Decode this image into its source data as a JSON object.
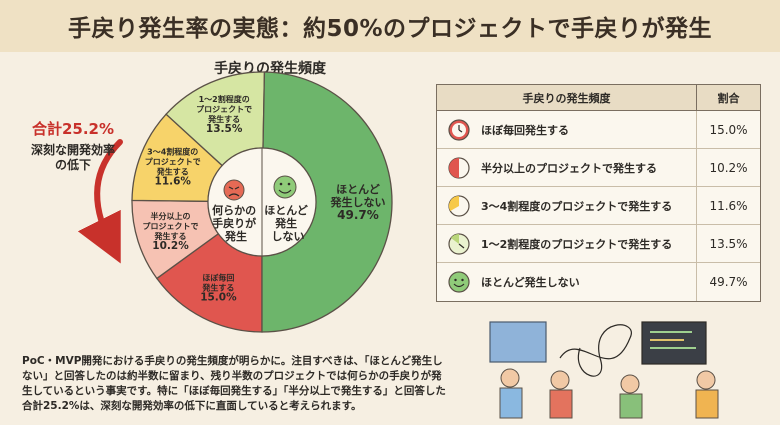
{
  "title": "手戻り発生率の実態：約50%のプロジェクトで手戻りが発生",
  "chart_data": {
    "type": "pie",
    "title": "手戻りの発生頻度",
    "slices": [
      {
        "key": "most",
        "label": "ほぼ毎回発生する",
        "chart_label": [
          "ほぼ毎回",
          "発生する"
        ],
        "value": 15.0,
        "color": "#e0564f"
      },
      {
        "key": "half",
        "label": "半分以上のプロジェクトで発生する",
        "chart_label": [
          "半分以上の",
          "プロジェクトで",
          "発生する"
        ],
        "value": 10.2,
        "color": "#f6c2b3"
      },
      {
        "key": "three",
        "label": "3〜4割程度のプロジェクトで発生する",
        "chart_label": [
          "3〜4割程度の",
          "プロジェクトで",
          "発生する"
        ],
        "value": 11.6,
        "color": "#f7d36a"
      },
      {
        "key": "one",
        "label": "1〜2割程度のプロジェクトで発生する",
        "chart_label": [
          "1〜2割程度の",
          "プロジェクトで",
          "発生する"
        ],
        "value": 13.5,
        "color": "#d6e6a3"
      },
      {
        "key": "none",
        "label": "ほとんど発生しない",
        "chart_label": [
          "ほとんど",
          "発生しない"
        ],
        "value": 49.7,
        "color": "#6db56b"
      }
    ],
    "center_left": [
      "何らかの",
      "手戻りが",
      "発生"
    ],
    "center_right": [
      "ほとんど",
      "発生",
      "しない"
    ]
  },
  "callout": {
    "total": "合計25.2%",
    "note": [
      "深刻な開発効率",
      "の低下"
    ]
  },
  "legend": {
    "header_label": "手戻りの発生頻度",
    "header_pct": "割合"
  },
  "description": "PoC・MVP開発における手戻りの発生頻度が明らかに。注目すべきは、「ほとんど発生しない」と回答したのは約半数に留まり、残り半数のプロジェクトでは何らかの手戻りが発生しているという事実です。特に「ほぼ毎回発生する」「半分以上で発生する」と回答した合計25.2%は、深刻な開発効率の低下に直面していると考えられます。"
}
